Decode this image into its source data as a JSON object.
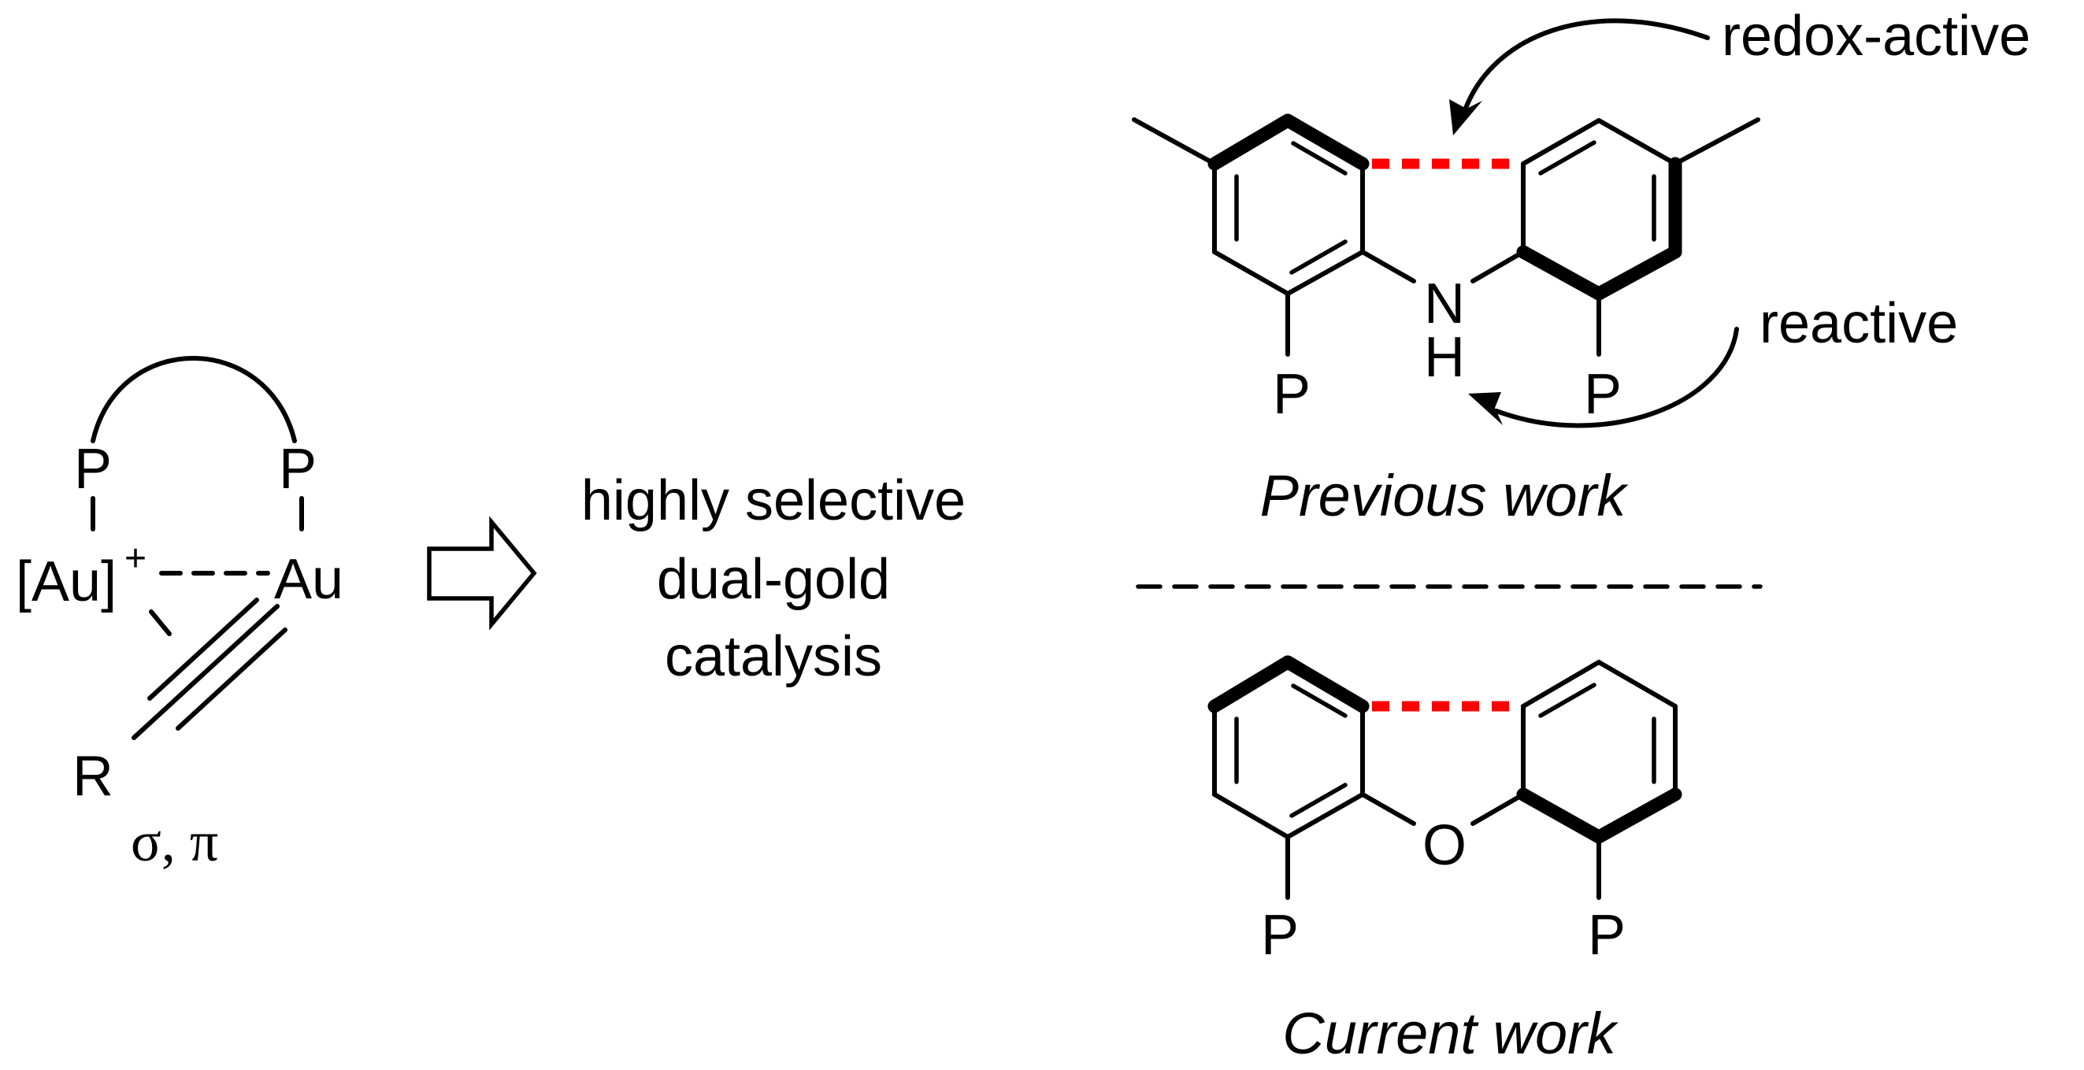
{
  "complex": {
    "p_left": "P",
    "p_right": "P",
    "au_cation": "[Au]",
    "au_charge": "+",
    "au_neutral": "Au",
    "r_group": "R",
    "bond_mode": "σ, π"
  },
  "center_text": {
    "line1": "highly selective",
    "line2": "dual-gold",
    "line3": "catalysis"
  },
  "previous": {
    "annotation_redox": "redox-active",
    "annotation_reactive": "reactive",
    "heteroatom_n": "N",
    "heteroatom_h": "H",
    "p_left": "P",
    "p_right": "P",
    "caption": "Previous work"
  },
  "current": {
    "heteroatom_o": "O",
    "p_left": "P",
    "p_right": "P",
    "caption": "Current work"
  },
  "colors": {
    "bonds": "#000000",
    "redox_highlight": "#ff0000"
  }
}
